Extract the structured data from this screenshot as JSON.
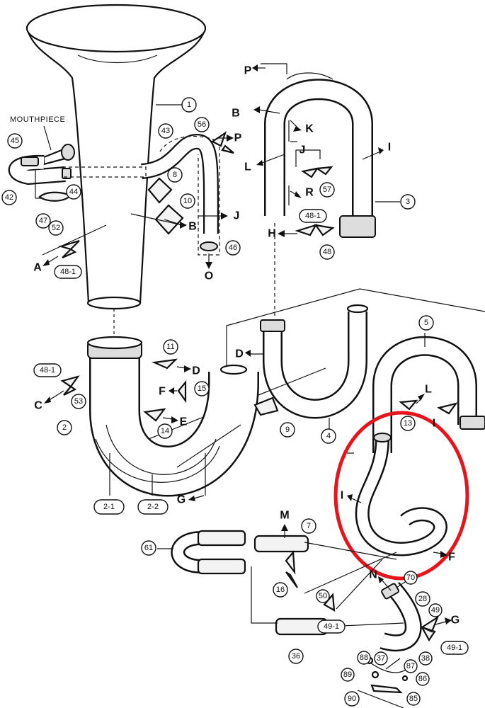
{
  "mouthpiece_label": "MOUTHPIECE",
  "highlight_color": "#e8141b",
  "line_color": "#111111",
  "callouts": {
    "c1": "1",
    "c2": "2",
    "c3": "3",
    "c4": "4",
    "c5": "5",
    "c7": "7",
    "c8": "8",
    "c9": "9",
    "c10": "10",
    "c11": "11",
    "c13": "13",
    "c14": "14",
    "c15": "15",
    "c16": "16",
    "c28": "28",
    "c36": "36",
    "c37": "37",
    "c38": "38",
    "c42": "42",
    "c43": "43",
    "c44": "44",
    "c45": "45",
    "c46": "46",
    "c47": "47",
    "c48": "48",
    "c49": "49",
    "c50": "50",
    "c52": "52",
    "c53": "53",
    "c56": "56",
    "c57": "57",
    "c61": "61",
    "c70": "70",
    "c85": "85",
    "c86": "86",
    "c87": "87",
    "c88": "88",
    "c89": "89",
    "c90": "90",
    "c481a": "48-1",
    "c481b": "48-1",
    "c481c": "48-1",
    "c491a": "49-1",
    "c491b": "49-1",
    "c21": "2-1",
    "c22": "2-2"
  },
  "letters": {
    "A": "A",
    "B1": "B",
    "B2": "B",
    "C": "C",
    "D1": "D",
    "D2": "D",
    "E": "E",
    "F1": "F",
    "F2": "F",
    "G1": "G",
    "G2": "G",
    "H": "H",
    "I1": "I",
    "I2": "I",
    "I3": "I",
    "J1": "J",
    "J2": "J",
    "K": "K",
    "L1": "L",
    "L2": "L",
    "M": "M",
    "N": "N",
    "O": "O",
    "P1": "P",
    "P2": "P",
    "R": "R"
  }
}
